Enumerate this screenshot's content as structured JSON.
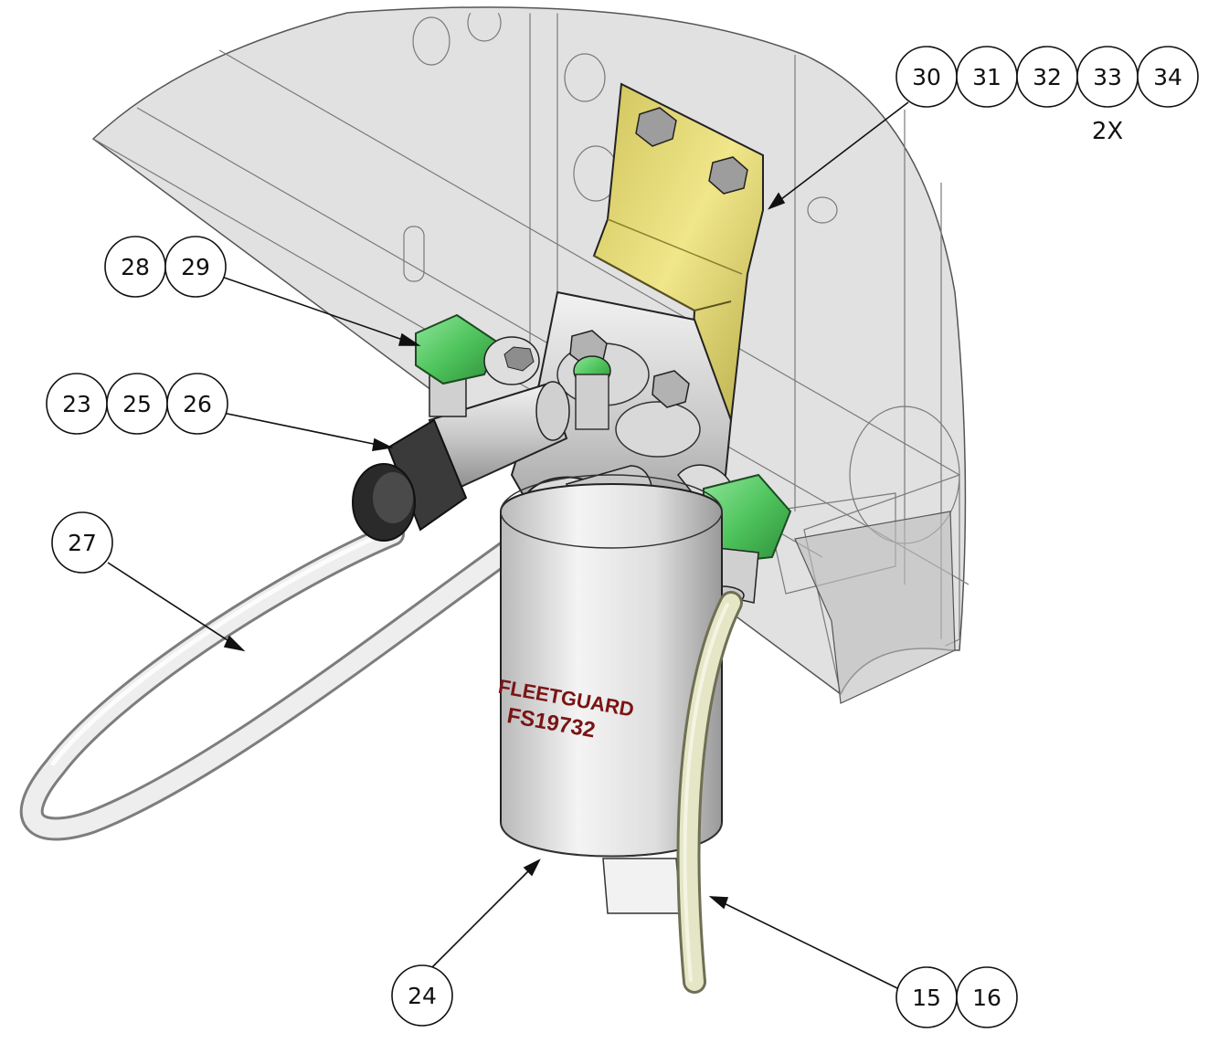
{
  "figure": {
    "background_color": "#ffffff",
    "housing_color": "#bdbdbd",
    "bracket_color": "#e6dc6e",
    "fitting_color": "#5fcf6a",
    "hose_color": "#e3e3e3",
    "fuel_hose_color": "#e6e8c8",
    "filter_color": "#e9e9e9",
    "leader_color": "#111111"
  },
  "balloons": {
    "b30": "30",
    "b31": "31",
    "b32": "32",
    "b33": "33",
    "b34": "34",
    "qty": "2X",
    "b28": "28",
    "b29": "29",
    "b23": "23",
    "b25": "25",
    "b26": "26",
    "b27": "27",
    "b24": "24",
    "b15": "15",
    "b16": "16"
  },
  "filter_label": {
    "line1": "FLEETGUARD",
    "line2": "FS19732"
  }
}
